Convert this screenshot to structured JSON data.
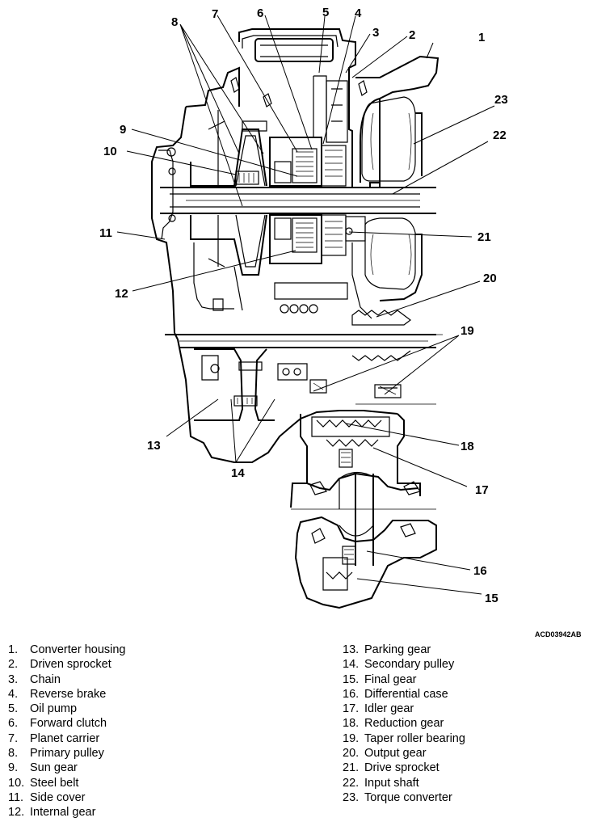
{
  "figure_id": "ACD03942AB",
  "callouts": [
    {
      "num": "1",
      "label": "Converter housing"
    },
    {
      "num": "2",
      "label": "Driven sprocket"
    },
    {
      "num": "3",
      "label": "Chain"
    },
    {
      "num": "4",
      "label": "Reverse brake"
    },
    {
      "num": "5",
      "label": "Oil pump"
    },
    {
      "num": "6",
      "label": "Forward clutch"
    },
    {
      "num": "7",
      "label": "Planet carrier"
    },
    {
      "num": "8",
      "label": "Primary pulley"
    },
    {
      "num": "9",
      "label": "Sun gear"
    },
    {
      "num": "10",
      "label": "Steel belt"
    },
    {
      "num": "11",
      "label": "Side cover"
    },
    {
      "num": "12",
      "label": "Internal gear"
    },
    {
      "num": "13",
      "label": "Parking gear"
    },
    {
      "num": "14",
      "label": "Secondary pulley"
    },
    {
      "num": "15",
      "label": "Final gear"
    },
    {
      "num": "16",
      "label": "Differential case"
    },
    {
      "num": "17",
      "label": "Idler gear"
    },
    {
      "num": "18",
      "label": "Reduction gear"
    },
    {
      "num": "19",
      "label": "Taper roller bearing"
    },
    {
      "num": "20",
      "label": "Output gear"
    },
    {
      "num": "21",
      "label": "Drive sprocket"
    },
    {
      "num": "22",
      "label": "Input shaft"
    },
    {
      "num": "23",
      "label": "Torque converter"
    }
  ],
  "legend": {
    "left": [
      {
        "num": "1.",
        "label": "Converter housing"
      },
      {
        "num": "2.",
        "label": "Driven sprocket"
      },
      {
        "num": "3.",
        "label": "Chain"
      },
      {
        "num": "4.",
        "label": "Reverse brake"
      },
      {
        "num": "5.",
        "label": "Oil pump"
      },
      {
        "num": "6.",
        "label": "Forward clutch"
      },
      {
        "num": "7.",
        "label": "Planet carrier"
      },
      {
        "num": "8.",
        "label": "Primary pulley"
      },
      {
        "num": "9.",
        "label": "Sun gear"
      },
      {
        "num": "10.",
        "label": "Steel belt"
      },
      {
        "num": "11.",
        "label": "Side cover"
      },
      {
        "num": "12.",
        "label": "Internal gear"
      }
    ],
    "right": [
      {
        "num": "13.",
        "label": "Parking gear"
      },
      {
        "num": "14.",
        "label": "Secondary pulley"
      },
      {
        "num": "15.",
        "label": "Final gear"
      },
      {
        "num": "16.",
        "label": "Differential case"
      },
      {
        "num": "17.",
        "label": "Idler gear"
      },
      {
        "num": "18.",
        "label": "Reduction gear"
      },
      {
        "num": "19.",
        "label": "Taper roller bearing"
      },
      {
        "num": "20.",
        "label": "Output gear"
      },
      {
        "num": "21.",
        "label": "Drive sprocket"
      },
      {
        "num": "22.",
        "label": "Input shaft"
      },
      {
        "num": "23.",
        "label": "Torque converter"
      }
    ]
  }
}
